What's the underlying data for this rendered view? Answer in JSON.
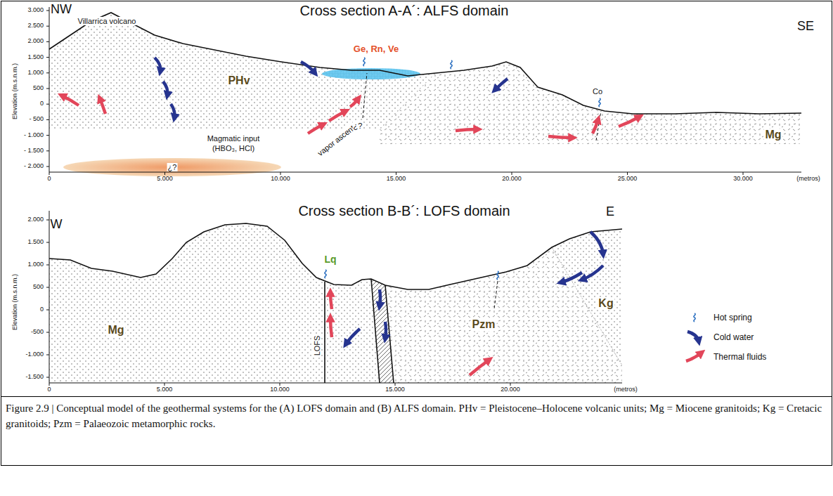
{
  "diagram": {
    "caption": "Figure 2.9 | Conceptual model of the geothermal systems for the (A) LOFS domain and (B) ALFS domain. PHv = Pleistocene–Holocene volcanic units; Mg = Miocene granitoids; Kg = Cretacic granitoids; Pzm = Palaeozoic metamorphic rocks.",
    "labels": [
      "NW",
      "Cross section A-A´: ALFS domain",
      "SE",
      "Villarrica volcano",
      "Ge, Rn, Ve",
      "PHv",
      "Magmatic input",
      "(HBO₃, HCl)",
      "vapor ascent",
      "¿?",
      "¿?",
      "Co",
      "Mg",
      "Elevation (m.s.n.m.)",
      "3.000",
      "2.500",
      "2.000",
      "1.500",
      "1.000",
      "500",
      "0",
      "- 500",
      "- 1.000",
      "- 1.500",
      "- 2.000",
      "0",
      "5.000",
      "10.000",
      "15.000",
      "20.000",
      "25.000",
      "30.000",
      "(metros)",
      "Cross section B-B´: LOFS domain",
      "W",
      "E",
      "Lq",
      "Mg",
      "LOFS",
      "Pzm",
      "Kg",
      "Elevation (m.s.n.m.)",
      "2.000",
      "1.500",
      "1.000",
      "500",
      "0",
      "-500",
      "-1.000",
      "-1.500",
      "0",
      "5.000",
      "10.000",
      "15.000",
      "20.000",
      "(metros)"
    ],
    "legend": [
      {
        "text": "Hot spring"
      },
      {
        "text": "Cold water"
      },
      {
        "text": "Thermal fluids"
      }
    ]
  }
}
